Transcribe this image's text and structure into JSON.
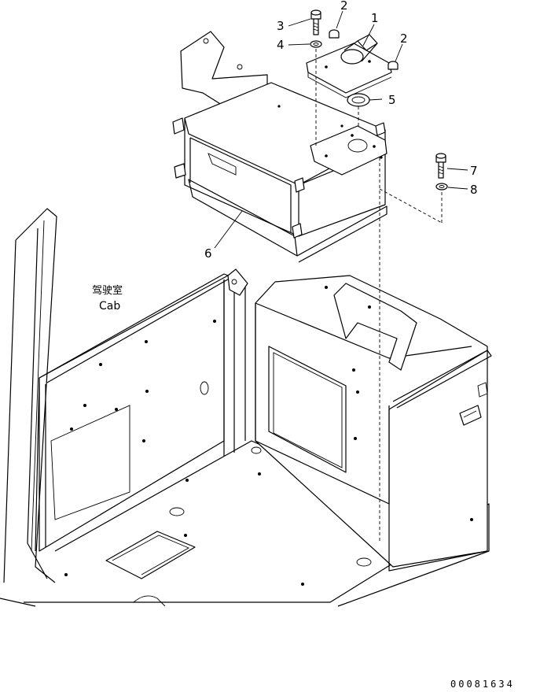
{
  "drawing": {
    "callouts": [
      {
        "id": "1",
        "text": "1"
      },
      {
        "id": "2a",
        "text": "2"
      },
      {
        "id": "2b",
        "text": "2"
      },
      {
        "id": "3",
        "text": "3"
      },
      {
        "id": "4",
        "text": "4"
      },
      {
        "id": "5",
        "text": "5"
      },
      {
        "id": "6",
        "text": "6"
      },
      {
        "id": "7",
        "text": "7"
      },
      {
        "id": "8",
        "text": "8"
      }
    ],
    "cab_label_cn": "驾驶室",
    "cab_label_en": "Cab",
    "drawing_number": "00081634"
  }
}
